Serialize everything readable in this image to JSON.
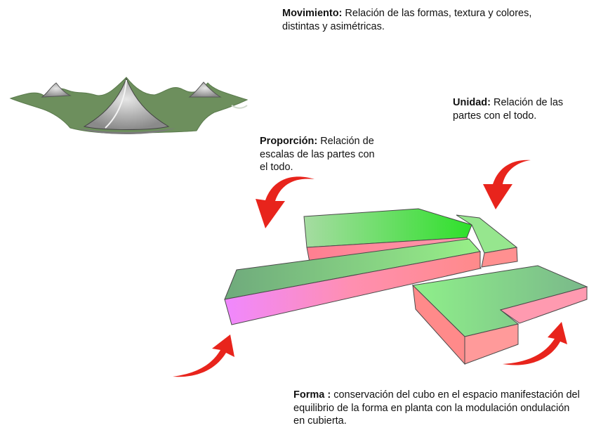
{
  "annotations": {
    "movimiento": {
      "term": "Movimiento:",
      "text": "Relación de las formas, textura y colores, distintas y asimétricas."
    },
    "unidad": {
      "term": "Unidad:",
      "text": "Relación de las partes con el todo."
    },
    "proporcion": {
      "term": "Proporción:",
      "text": "Relación de escalas de las partes con el todo."
    },
    "forma": {
      "term": "Forma :",
      "text": "conservación del cubo en el espacio manifestación del equilibrio de la forma en planta con la modulación ondulación en cubierta."
    }
  },
  "colors": {
    "roof_green": "#6d8f5d",
    "tent_grey": "#a8a8a8",
    "block_green": "#8ee68a",
    "block_pink": "#ff8fa0",
    "block_magenta": "#f080ff",
    "arrow_red": "#e8241c"
  }
}
